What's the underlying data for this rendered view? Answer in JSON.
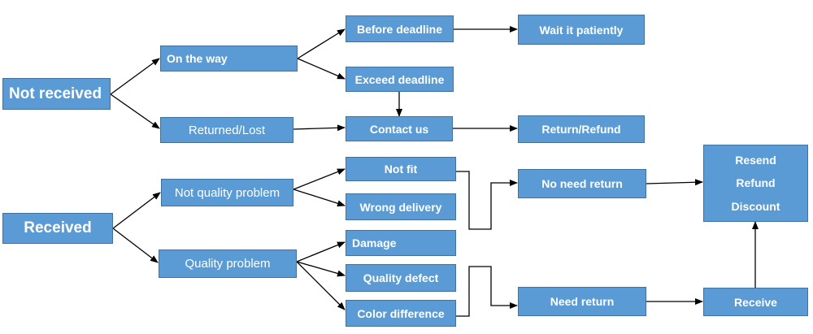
{
  "diagram": {
    "accent_color": "#5b9bd5",
    "nodes": {
      "not_received": "Not received",
      "on_the_way": "On the way",
      "returned_lost": "Returned/Lost",
      "before_deadline": "Before deadline",
      "exceed_deadline": "Exceed deadline",
      "wait_patiently": "Wait it patiently",
      "contact_us": "Contact us",
      "return_refund": "Return/Refund",
      "received": "Received",
      "not_quality_problem": "Not quality problem",
      "quality_problem": "Quality problem",
      "not_fit": "Not fit",
      "wrong_delivery": "Wrong delivery",
      "damage": "Damage",
      "quality_defect": "Quality defect",
      "color_difference": "Color difference",
      "no_need_return": "No need return",
      "need_return": "Need return",
      "receive": "Receive",
      "outcomes": [
        "Resend",
        "Refund",
        "Discount"
      ]
    }
  }
}
